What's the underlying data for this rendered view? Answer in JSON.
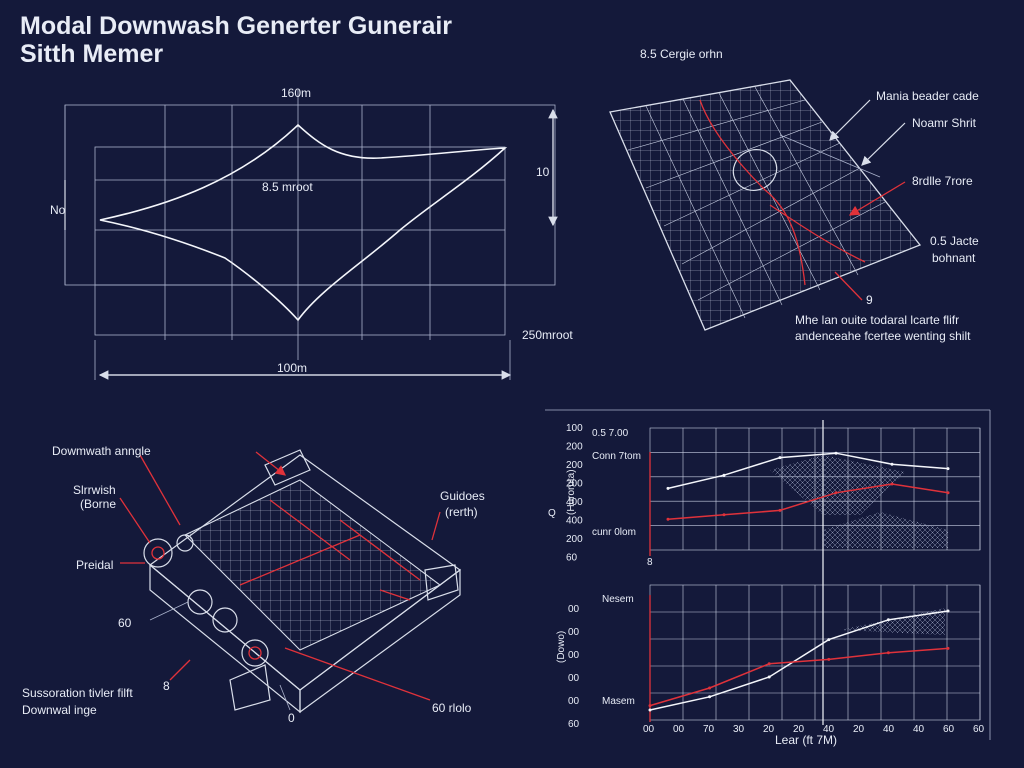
{
  "header": {
    "title_line1": "Modal Downwash Generter Gunerair",
    "title_line2": "Sitth Memer"
  },
  "planform": {
    "dim_top": "160m",
    "dim_bottom": "100m",
    "dim_left": "No",
    "dim_right": "10",
    "center_label": "8.5 mroot",
    "side_label": "250mroot"
  },
  "mesh_view": {
    "top_label": "8.5 Cergie orhn",
    "callouts": [
      "Mania beader cade",
      "Noamr Shrit",
      "8rdlle 7rore",
      "0.5 Jacte",
      "bohnant"
    ],
    "small_label": "9",
    "note_line1": "Mhe lan ouite todaral lcarte flifr",
    "note_line2": "andenceahe fcertee wenting shilt"
  },
  "apparatus": {
    "labels": {
      "downwash_angle": "Dowmwath anngle",
      "group_line1": "Slrrwish",
      "group_line2": "(Borne",
      "prolal": "Preidal",
      "sixty": "60",
      "right_line1": "Guidoes",
      "right_line2": "(rerth)",
      "bottom_right": "60 rlolo",
      "small_eight": "8",
      "small_zero": "0",
      "bottom_left_line1": "Sussoration tivler filft",
      "bottom_left_line2": "Downwal inge"
    }
  },
  "plots": {
    "top_ylabel": "(Huroruta)",
    "top_annot1": "0.5 7.00",
    "top_annot2": "Conn 7tom",
    "top_annot3": "cunr 0lom",
    "top_cross": "8",
    "top_y_letter": "Q",
    "bottom_ylabel": "(Dowo)",
    "bottom_annot1": "Nesem",
    "bottom_annot2": "Masem",
    "xlabel": "Lear (ft 7M)"
  },
  "chart_data": [
    {
      "type": "line",
      "yticks": [
        "100",
        "200",
        "200",
        "200",
        "400",
        "400",
        "200",
        "60"
      ],
      "series": [
        {
          "values": [
            [
              0,
              280
            ],
            [
              1,
              340
            ],
            [
              2,
              420
            ],
            [
              3,
              440
            ],
            [
              4,
              390
            ],
            [
              5,
              370
            ]
          ]
        },
        {
          "values": [
            [
              0,
              140
            ],
            [
              1,
              160
            ],
            [
              2,
              180
            ],
            [
              3,
              260
            ],
            [
              4,
              300
            ],
            [
              5,
              260
            ]
          ]
        }
      ]
    },
    {
      "type": "line",
      "yticks": [
        "00",
        "00",
        "00",
        "00",
        "00",
        "60"
      ],
      "xticks": [
        "00",
        "00",
        "70",
        "30",
        "20",
        "20",
        "40",
        "20",
        "40",
        "40",
        "60",
        "60"
      ],
      "series": [
        {
          "values": [
            [
              0,
              0
            ],
            [
              1,
              120
            ],
            [
              2,
              300
            ],
            [
              3,
              640
            ],
            [
              4,
              820
            ],
            [
              5,
              900
            ]
          ]
        },
        {
          "values": [
            [
              0,
              40
            ],
            [
              1,
              200
            ],
            [
              2,
              420
            ],
            [
              3,
              460
            ],
            [
              4,
              520
            ],
            [
              5,
              560
            ]
          ]
        }
      ]
    }
  ]
}
